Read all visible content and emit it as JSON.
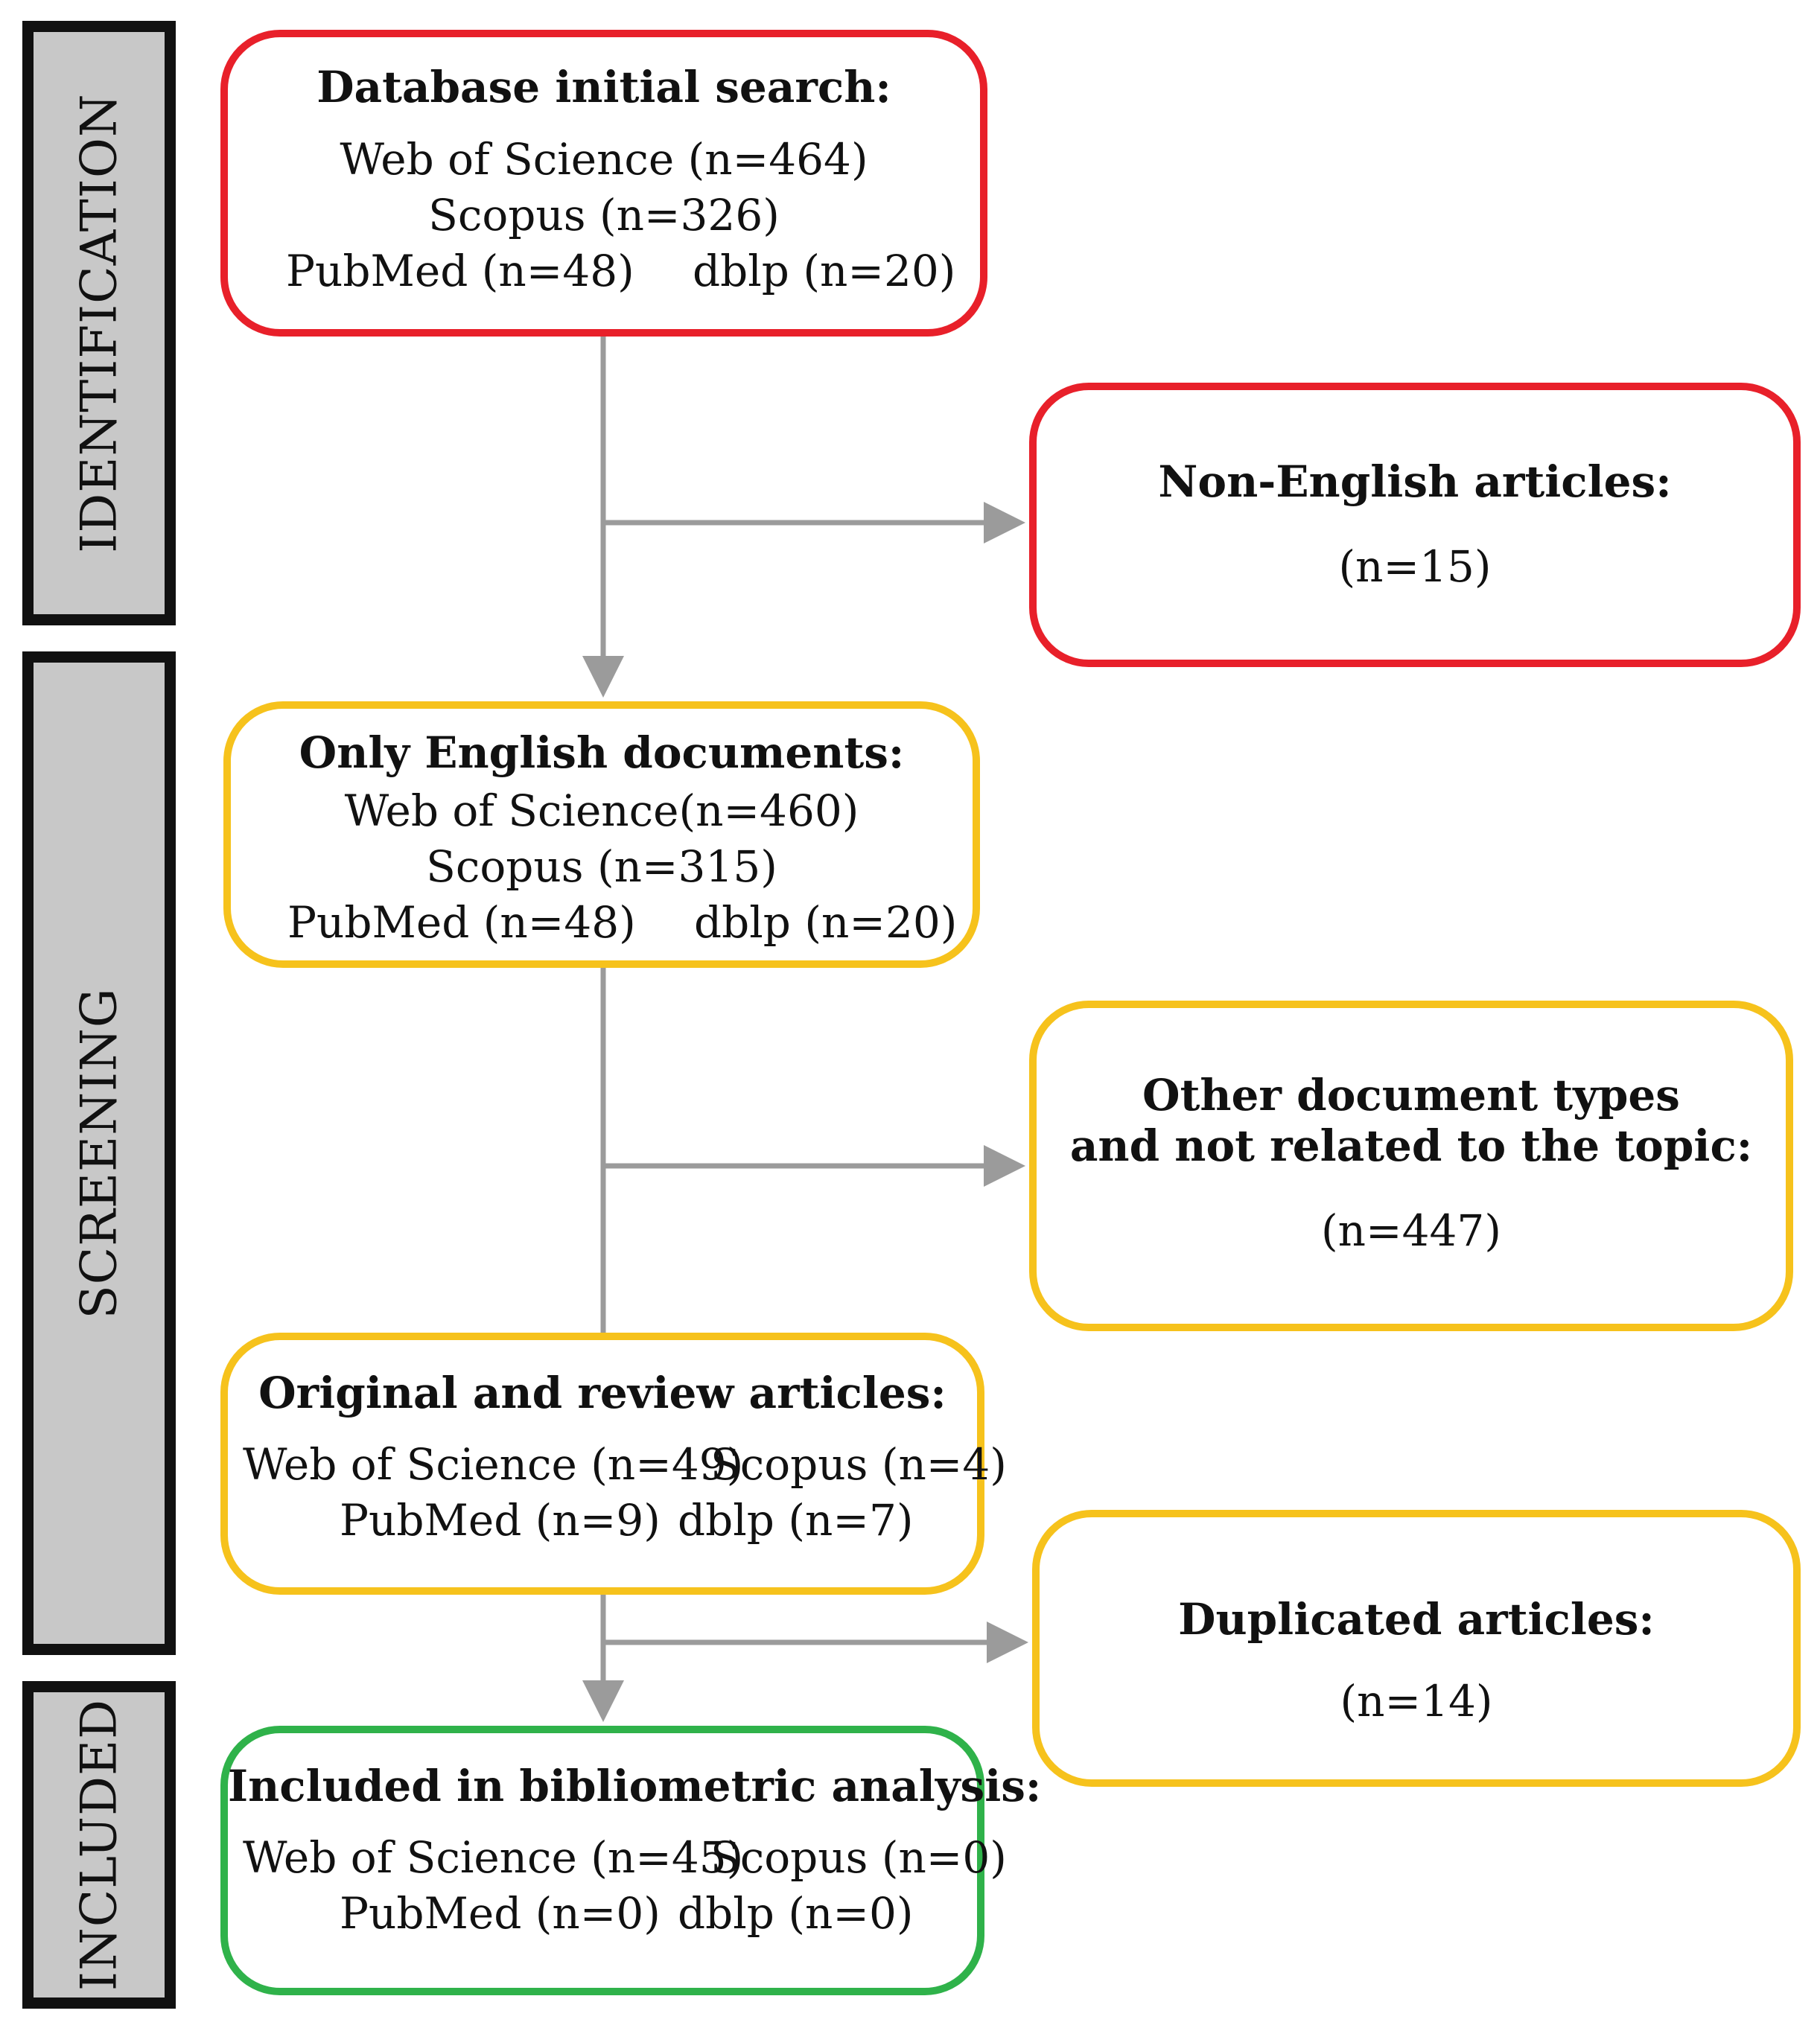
{
  "colors": {
    "identification": "#e8202a",
    "screening": "#f6c21c",
    "included": "#2fb24a",
    "stage_fill": "#c8c8c8",
    "stage_border": "#111111",
    "connector": "#9b9b9b"
  },
  "stages": {
    "identification": "IDENTIFICATION",
    "screening": "SCREENING",
    "included": "INCLUDED"
  },
  "boxes": {
    "initial": {
      "title": "Database initial search:",
      "line1": "Web of Science (n=464)",
      "line2": "Scopus (n=326)",
      "line3a": "PubMed (n=48)",
      "line3b": "dblp (n=20)"
    },
    "non_english": {
      "title": "Non-English articles:",
      "count": "(n=15)"
    },
    "english": {
      "title": "Only English documents:",
      "line1a": "Web of Science",
      "line1b": "(n=460)",
      "line2": "Scopus (n=315)",
      "line3a": "PubMed (n=48)",
      "line3b": "dblp (n=20)"
    },
    "other_types": {
      "title1": "Other document types",
      "title2": "and not related to the topic:",
      "count": "(n=447)"
    },
    "original": {
      "title": "Original and review articles:",
      "line1a": "Web of Science (n=49)",
      "line1b": "Scopus (n=4)",
      "line2a": "PubMed (n=9)",
      "line2b": "dblp (n=7)"
    },
    "duplicated": {
      "title": "Duplicated articles:",
      "count": "(n=14)"
    },
    "included": {
      "title": "Included in bibliometric analysis:",
      "line1a": "Web of Science (n=45)",
      "line1b": "Scopus (n=0)",
      "line2a": "PubMed (n=0)",
      "line2b": "dblp (n=0)"
    }
  }
}
